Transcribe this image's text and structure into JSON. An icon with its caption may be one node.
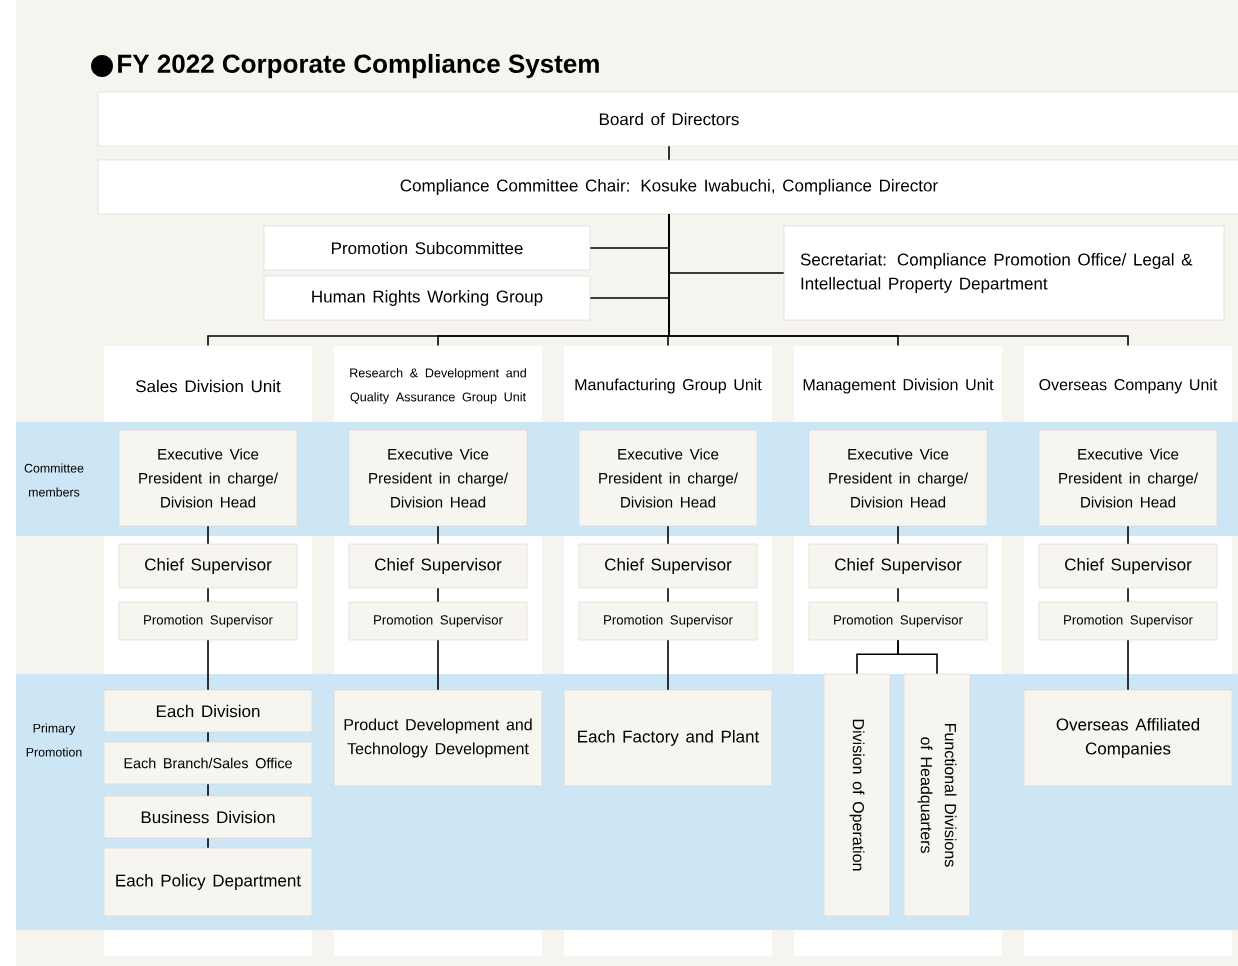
{
  "diagram": {
    "title": "FY 2022 Corporate Compliance System",
    "nodes": [
      {
        "text": [
          "Board of Directors"
        ]
      },
      {
        "text": [
          "Compliance Committee    Chair: Kosuke Iwabuchi, Compliance Director"
        ]
      },
      {
        "text": [
          "Promotion Subcommittee"
        ]
      },
      {
        "text": [
          "Human Rights Working Group"
        ]
      },
      {
        "text": [
          "Secretariat: Compliance Promotion Office/ Legal & Intellectual Property Department"
        ]
      },
      {
        "text": [
          "Sales Division Unit"
        ]
      },
      {
        "text": [
          "Executive Vice President in charge/ Division Head"
        ],
        "in": 5
      },
      {
        "text": [
          "Chief Supervisor"
        ],
        "in": 5
      },
      {
        "text": [
          "Promotion Supervisor"
        ],
        "in": 5
      },
      {
        "text": [
          "Each Division"
        ],
        "in": 5
      },
      {
        "text": [
          "Each Branch/Sales Office"
        ],
        "in": 5
      },
      {
        "text": [
          "Business Division"
        ],
        "in": 5
      },
      {
        "text": [
          "Each Policy Department"
        ],
        "in": 5
      },
      {
        "text": [
          "Research & Development and Quality Assurance Group Unit"
        ]
      },
      {
        "text": [
          "Executive Vice President in charge/ Division Head"
        ],
        "in": 13
      },
      {
        "text": [
          "Chief Supervisor"
        ],
        "in": 13
      },
      {
        "text": [
          "Promotion Supervisor"
        ],
        "in": 13
      },
      {
        "text": [
          "Product Development and Technology Development"
        ],
        "in": 13
      },
      {
        "text": [
          "Manufacturing Group Unit"
        ]
      },
      {
        "text": [
          "Executive Vice President in charge/ Division Head"
        ],
        "in": 18
      },
      {
        "text": [
          "Chief Supervisor"
        ],
        "in": 18
      },
      {
        "text": [
          "Promotion Supervisor"
        ],
        "in": 18
      },
      {
        "text": [
          "Each Factory and Plant"
        ],
        "in": 18
      },
      {
        "text": [
          "Management Division Unit"
        ]
      },
      {
        "text": [
          "Executive Vice President in charge/ Division Head"
        ],
        "in": 23
      },
      {
        "text": [
          "Chief Supervisor"
        ],
        "in": 23
      },
      {
        "text": [
          "Promotion Supervisor"
        ],
        "in": 23
      },
      {
        "text": [
          "Division of Operation"
        ],
        "in": 23
      },
      {
        "text": [
          "Functional Divisions of Headquarters"
        ],
        "in": 23
      },
      {
        "text": [
          "Overseas Company Unit"
        ]
      },
      {
        "text": [
          "Executive Vice President in charge/ Division Head"
        ],
        "in": 29
      },
      {
        "text": [
          "Chief Supervisor"
        ],
        "in": 29
      },
      {
        "text": [
          "Promotion Supervisor"
        ],
        "in": 29
      },
      {
        "text": [
          "Overseas Affiliated Companies"
        ],
        "in": 29
      }
    ],
    "edges": [
      {
        "from": 0,
        "to": 1,
        "arrow": "none"
      },
      {
        "from": 1,
        "to": 2,
        "arrow": "none"
      },
      {
        "from": 1,
        "to": 3,
        "arrow": "none"
      },
      {
        "from": 1,
        "to": 4,
        "arrow": "none"
      },
      {
        "from": 1,
        "to": 5,
        "arrow": "none"
      },
      {
        "from": 1,
        "to": 13,
        "arrow": "none"
      },
      {
        "from": 1,
        "to": 18,
        "arrow": "none"
      },
      {
        "from": 1,
        "to": 23,
        "arrow": "none"
      },
      {
        "from": 1,
        "to": 29,
        "arrow": "none"
      },
      {
        "from": 6,
        "to": 7,
        "arrow": "none"
      },
      {
        "from": 7,
        "to": 8,
        "arrow": "none"
      },
      {
        "from": 8,
        "to": 9,
        "arrow": "none"
      },
      {
        "from": 9,
        "to": 10,
        "arrow": "none"
      },
      {
        "from": 10,
        "to": 11,
        "arrow": "none"
      },
      {
        "from": 11,
        "to": 12,
        "arrow": "none"
      },
      {
        "from": 14,
        "to": 15,
        "arrow": "none"
      },
      {
        "from": 15,
        "to": 16,
        "arrow": "none"
      },
      {
        "from": 16,
        "to": 17,
        "arrow": "none"
      },
      {
        "from": 19,
        "to": 20,
        "arrow": "none"
      },
      {
        "from": 20,
        "to": 21,
        "arrow": "none"
      },
      {
        "from": 21,
        "to": 22,
        "arrow": "none"
      },
      {
        "from": 24,
        "to": 25,
        "arrow": "none"
      },
      {
        "from": 25,
        "to": 26,
        "arrow": "none"
      },
      {
        "from": 26,
        "to": 27,
        "arrow": "none"
      },
      {
        "from": 26,
        "to": 28,
        "arrow": "none"
      },
      {
        "from": 30,
        "to": 31,
        "arrow": "none"
      },
      {
        "from": 31,
        "to": 32,
        "arrow": "none"
      },
      {
        "from": 32,
        "to": 33,
        "arrow": "none"
      }
    ],
    "labels": [
      "Committee members",
      "Primary Promotion"
    ]
  }
}
